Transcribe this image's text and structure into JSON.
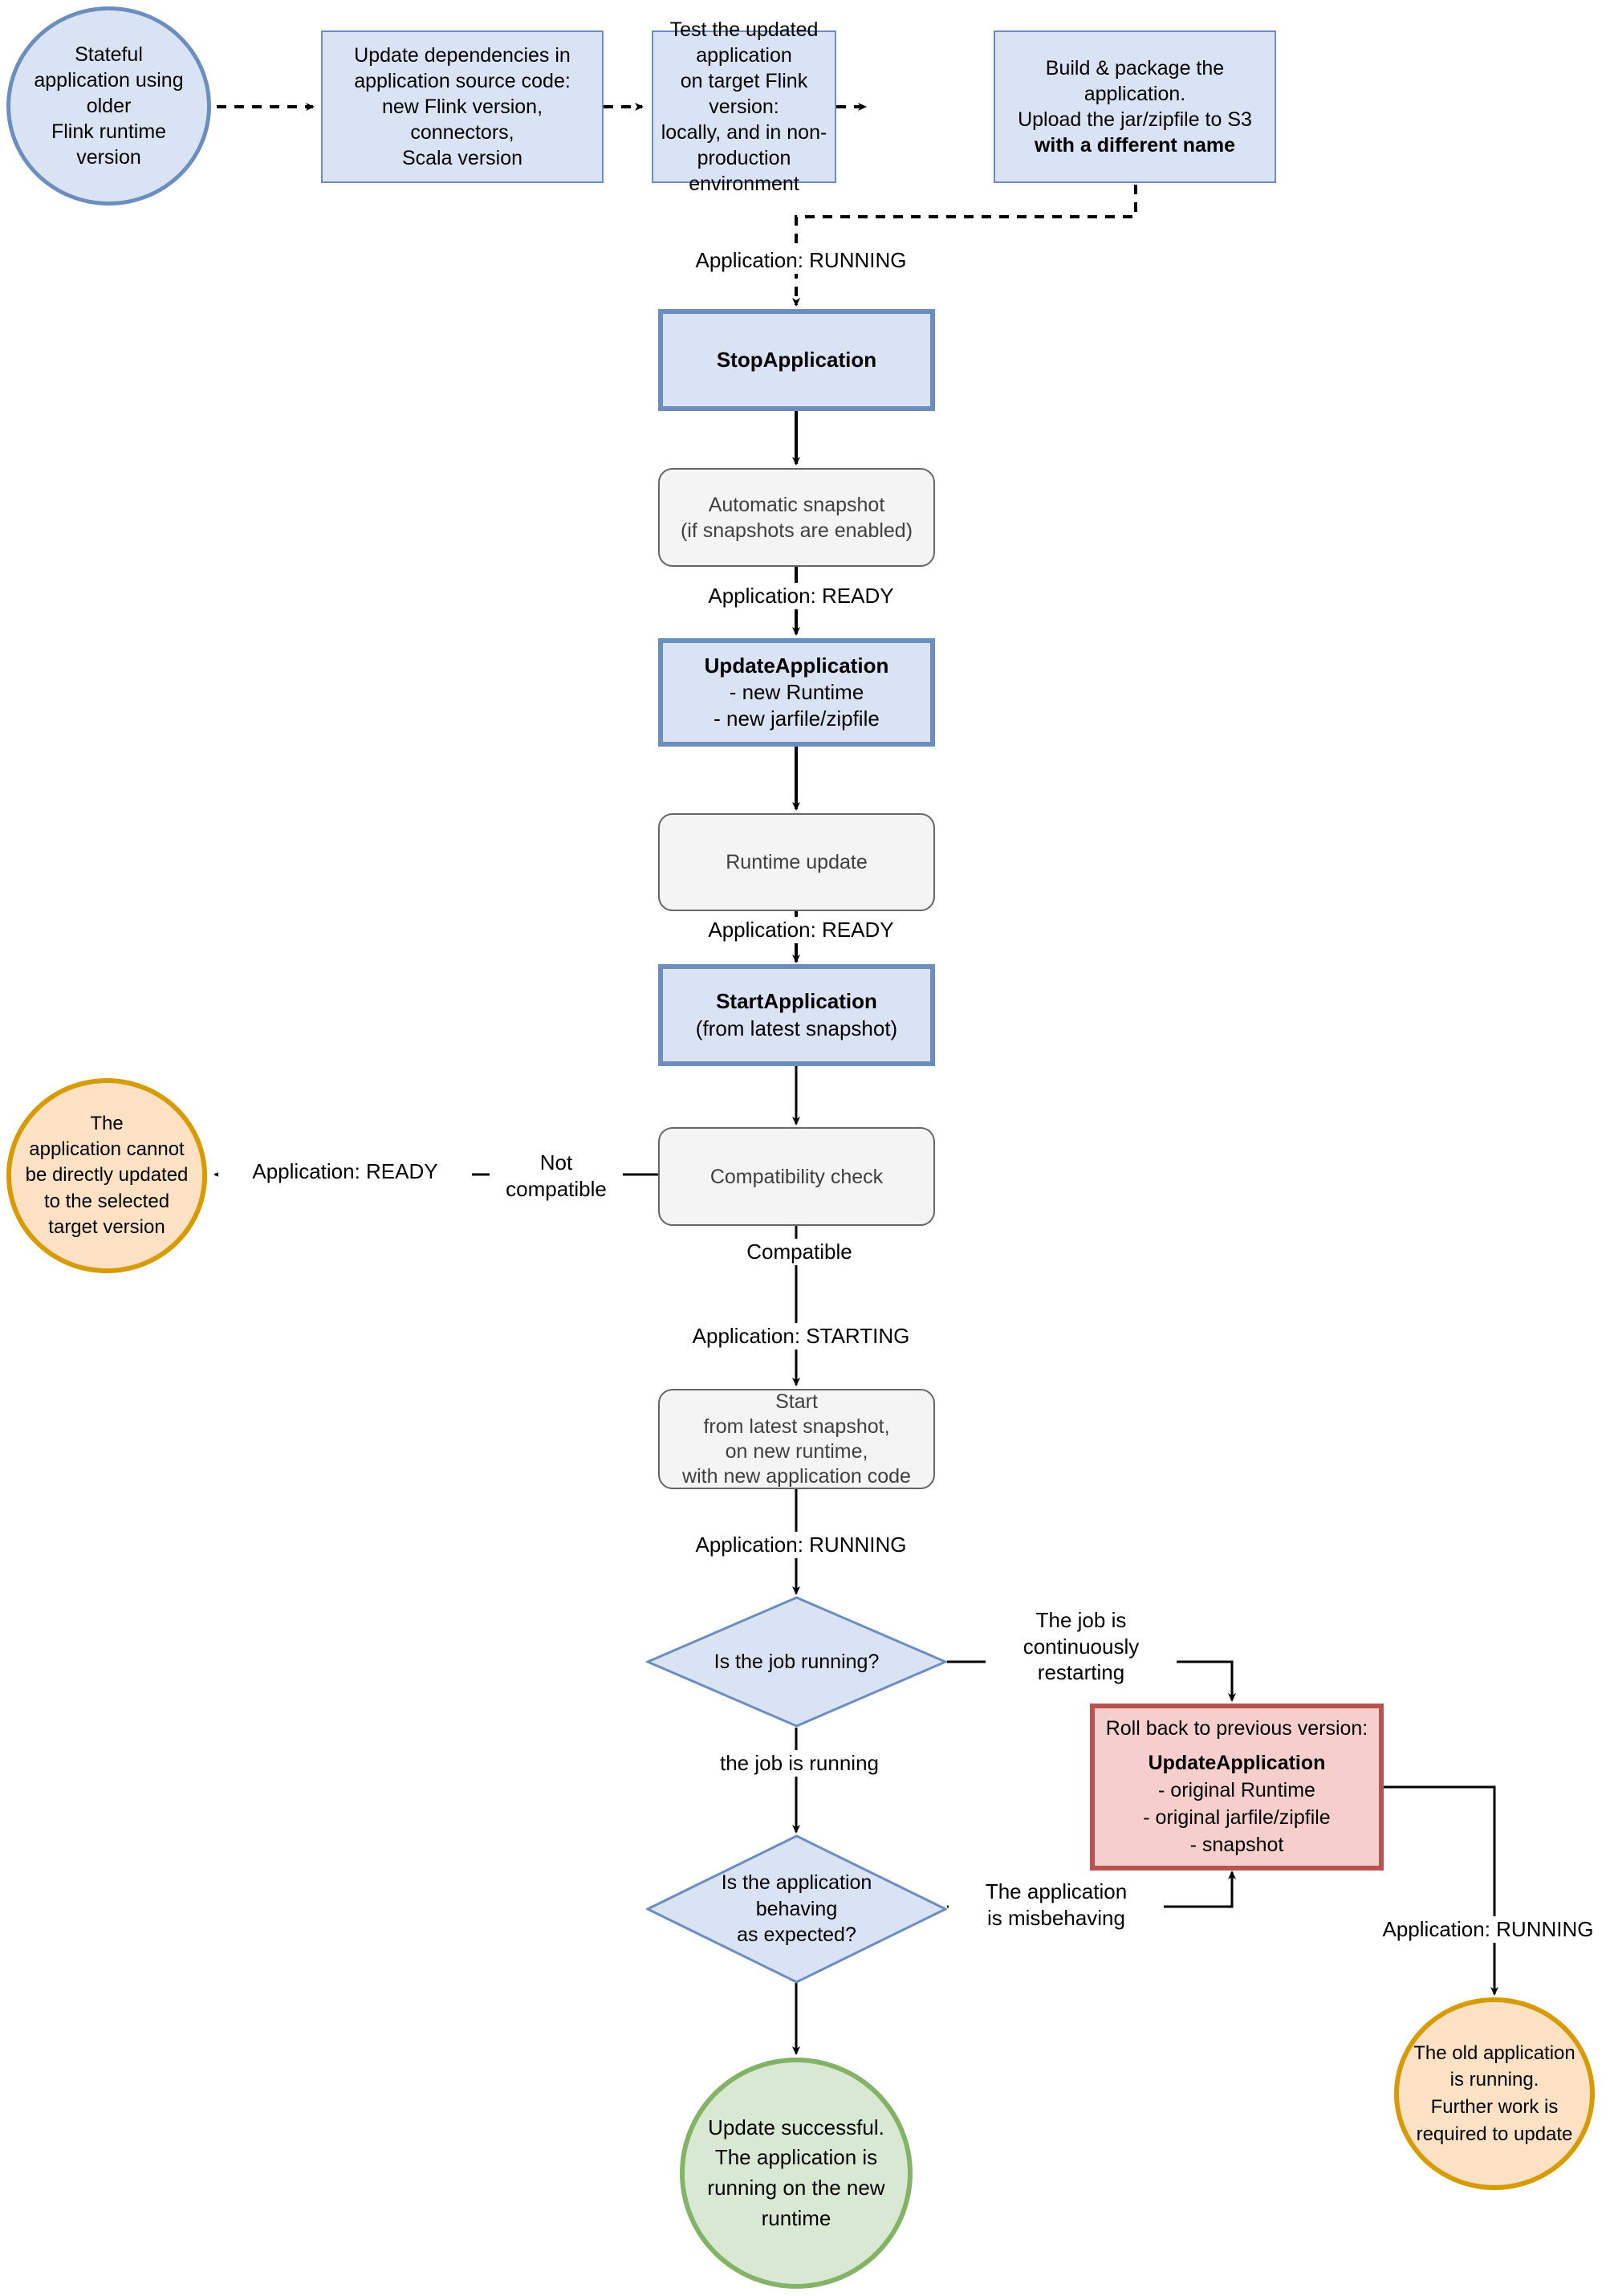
{
  "diagram": {
    "title": "Flink application runtime update flow",
    "colors": {
      "process_fill": "#dae3f3",
      "process_stroke": "#6c8ebf",
      "state_fill": "#f4f4f4",
      "state_stroke": "#666666",
      "rollback_fill": "#f6cfcd",
      "rollback_stroke": "#b85450",
      "terminator_orange_fill": "#fce1c4",
      "terminator_orange_stroke": "#d79b00",
      "terminator_green_fill": "#d9e8d2",
      "terminator_green_stroke": "#82b366",
      "edge_stroke": "#000000"
    },
    "nodes": {
      "start_circle": "Stateful\napplication using\nolder\nFlink runtime\nversion",
      "update_deps": "Update dependencies in\napplication source code:\nnew Flink version,\nconnectors,\nScala version",
      "test_app": "Test the updated application\non target Flink version:\nlocally, and in non-production\nenvironment",
      "build_package_line1": "Build & package the",
      "build_package_line2": "application.",
      "build_package_line3": "Upload the jar/zipfile to S3",
      "build_package_line4": "with a different name",
      "stop_application": "StopApplication",
      "automatic_snapshot": "Automatic snapshot\n(if snapshots are enabled)",
      "update_application_title": "UpdateApplication",
      "update_application_l1": "- new Runtime",
      "update_application_l2": "- new jarfile/zipfile",
      "runtime_update": "Runtime update",
      "start_application_title": "StartApplication",
      "start_application_sub": "(from latest snapshot)",
      "compatibility_check": "Compatibility check",
      "cannot_update_circle": "The\napplication cannot\nbe directly updated\nto the selected\ntarget version",
      "start_from_snapshot": "Start\nfrom latest snapshot,\non new runtime,\nwith new application code",
      "is_job_running": "Is the job running?",
      "is_app_behaving": "Is the application\nbehaving\nas expected?",
      "rollback_title_line": "Roll back to previous version:",
      "rollback_update_application": "UpdateApplication",
      "rollback_l1": "- original Runtime",
      "rollback_l2": "- original jarfile/zipfile",
      "rollback_l3": "- snapshot",
      "update_successful_circle": "Update successful.\nThe application is\nrunning on the new\nruntime",
      "old_app_running_circle": "The old application\nis running.\nFurther work is\nrequired to update"
    },
    "edge_labels": {
      "running_to_stop": "Application: RUNNING",
      "snapshot_to_update": "Application: READY",
      "runtime_to_start": "Application: READY",
      "not_compatible": "Not\ncompatible",
      "ready_to_cannot_update": "Application: READY",
      "compatible": "Compatible",
      "starting": "Application: STARTING",
      "running_to_job_check": "Application: RUNNING",
      "job_restarting": "The job is\ncontinuously\nrestarting",
      "job_is_running": "the job is running",
      "app_misbehaving": "The application\nis misbehaving",
      "running_to_old_app": "Application: RUNNING"
    }
  }
}
